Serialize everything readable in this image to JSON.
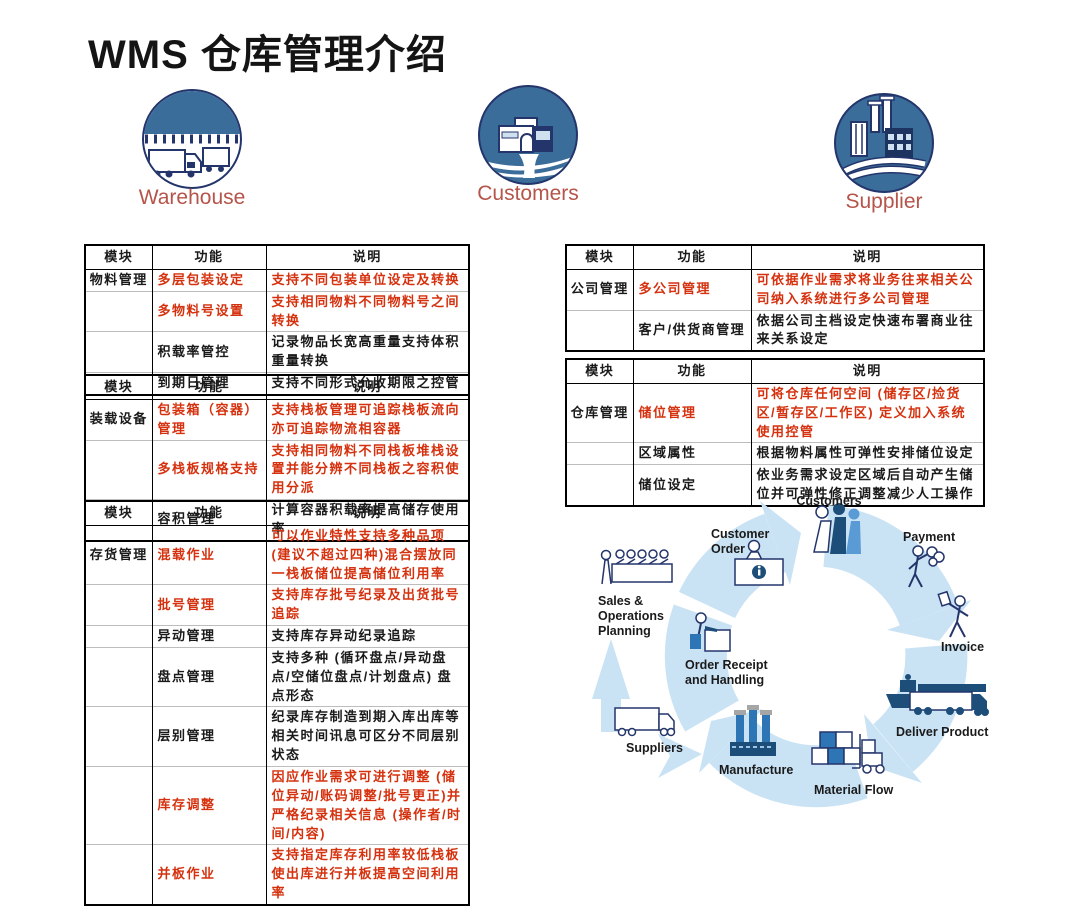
{
  "title": "WMS 仓库管理介绍",
  "colors": {
    "red_text": "#d5310e",
    "figure_label": "#b5544a",
    "circle_blue": "#3a6d99",
    "navy_outline": "#24356b",
    "clipart_dark_blue": "#1d4e79",
    "clipart_mid_blue": "#5b9bd5",
    "arrow_light_blue": "#c9e3f5",
    "table_border": "#000000"
  },
  "figures": [
    {
      "label": "Warehouse",
      "icon": "warehouse-icon"
    },
    {
      "label": "Customers",
      "icon": "customers-store-icon"
    },
    {
      "label": "Supplier",
      "icon": "supplier-factory-icon"
    }
  ],
  "tables": [
    {
      "module": "物料管理",
      "headers": [
        "模块",
        "功能",
        "说明"
      ],
      "rows": [
        {
          "func": "多层包装设定",
          "desc": "支持不同包装单位设定及转换",
          "red": true
        },
        {
          "func": "多物料号设置",
          "desc": "支持相同物料不同物料号之间转换",
          "red": true
        },
        {
          "func": "积载率管控",
          "desc": "记录物品长宽高重量支持体积重量转换",
          "red": false
        },
        {
          "func": "到期日管理",
          "desc": "支持不同形式允收期限之控管",
          "red": false
        }
      ]
    },
    {
      "module": "装载设备",
      "headers": [
        "模块",
        "功能",
        "说明"
      ],
      "rows": [
        {
          "func": "包装箱（容器）管理",
          "desc": "支持栈板管理可追踪栈板流向亦可追踪物流相容器",
          "red": true
        },
        {
          "func": "多栈板规格支持",
          "desc": "支持相同物料不同栈板堆栈设置并能分辨不同栈板之容积使用分派",
          "red": true
        },
        {
          "func": "容积管理",
          "desc": "计算容器积载率提高储存使用率",
          "red": false
        }
      ]
    },
    {
      "module": "存货管理",
      "headers": [
        "模块",
        "功能",
        "说明"
      ],
      "rows": [
        {
          "func": "混载作业",
          "desc": "可以作业特性支持多种品项 (建议不超过四种)混合摆放同一栈板储位提高储位利用率",
          "red": true
        },
        {
          "func": "批号管理",
          "desc": "支持库存批号纪录及出货批号追踪",
          "red": true
        },
        {
          "func": "异动管理",
          "desc": "支持库存异动纪录追踪",
          "red": false
        },
        {
          "func": "盘点管理",
          "desc": "支持多种 (循环盘点/异动盘点/空储位盘点/计划盘点) 盘点形态",
          "red": false
        },
        {
          "func": "层别管理",
          "desc": "纪录库存制造到期入库出库等相关时间讯息可区分不同层别状态",
          "red": false
        },
        {
          "func": "库存调整",
          "desc": "因应作业需求可进行调整 (储位异动/账码调整/批号更正)并严格纪录相关信息 (操作者/时间/内容)",
          "red": true
        },
        {
          "func": "并板作业",
          "desc": "支持指定库存利用率较低栈板使出库进行并板提高空间利用率",
          "red": true
        }
      ]
    },
    {
      "module": "公司管理",
      "headers": [
        "模块",
        "功能",
        "说明"
      ],
      "rows": [
        {
          "func": "多公司管理",
          "desc": "可依据作业需求将业务往来相关公司纳入系统进行多公司管理",
          "red": true
        },
        {
          "func": "客户/供货商管理",
          "desc": "依据公司主档设定快速布署商业往来关系设定",
          "red": false
        }
      ]
    },
    {
      "module": "仓库管理",
      "headers": [
        "模块",
        "功能",
        "说明"
      ],
      "rows": [
        {
          "func": "储位管理",
          "desc": "可将仓库任何空间 (储存区/捡货区/暂存区/工作区) 定义加入系统使用控管",
          "red": true
        },
        {
          "func": "区域属性",
          "desc": "根据物料属性可弹性安排储位设定",
          "red": false
        },
        {
          "func": "储位设定",
          "desc": "依业务需求设定区域后自动产生储位并可弹性修正调整减少人工操作",
          "red": false
        }
      ]
    }
  ],
  "diagram": {
    "labels": {
      "customers": "Customers",
      "customer_order": "Customer\nOrder",
      "payment": "Payment",
      "invoice": "Invoice",
      "deliver_product": "Deliver Product",
      "material_flow": "Material Flow",
      "manufacture": "Manufacture",
      "suppliers": "Suppliers",
      "order_receipt": "Order Receipt\nand Handling",
      "sales_ops": "Sales &\nOperations\nPlanning"
    }
  }
}
